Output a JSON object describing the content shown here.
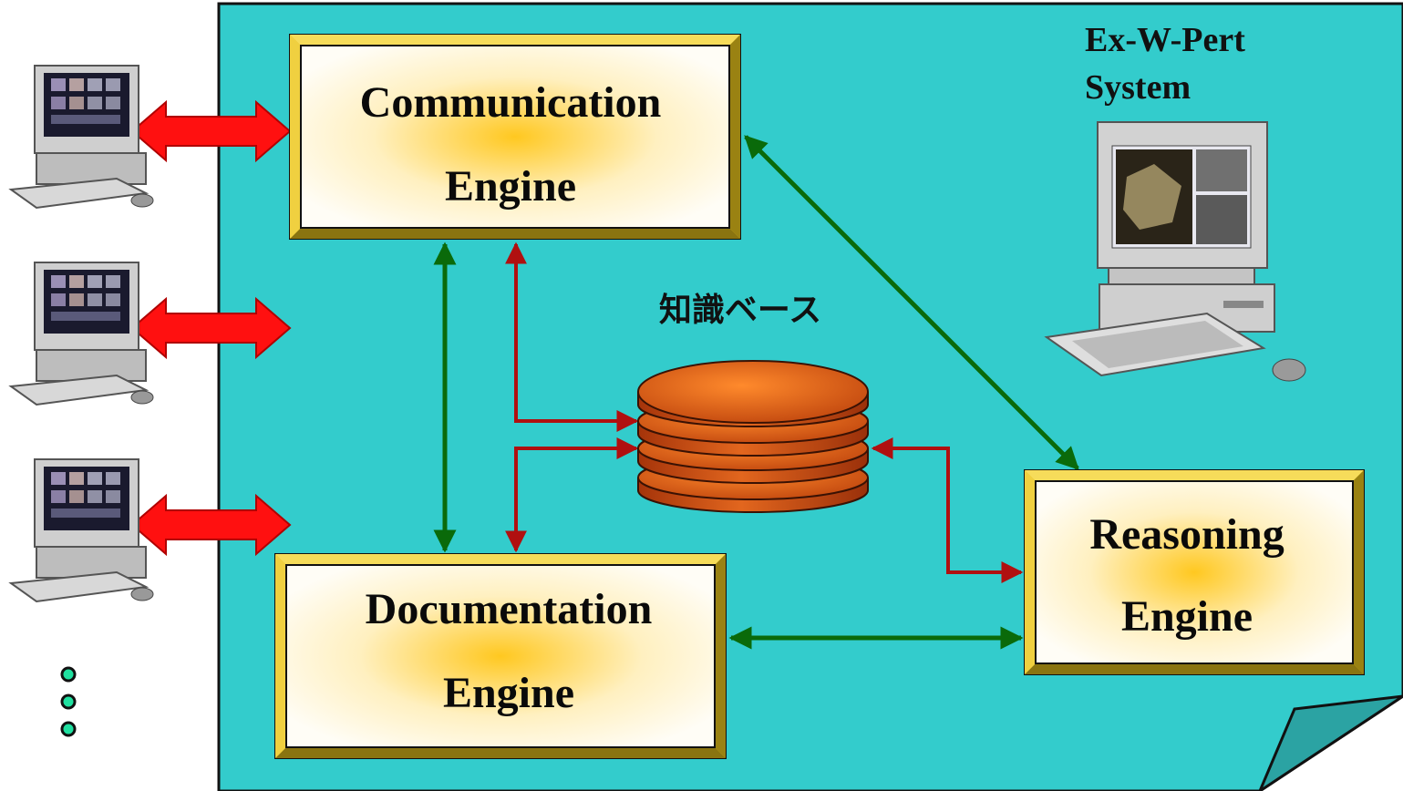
{
  "system_title": {
    "line1": "Ex-W-Pert",
    "line2": "System"
  },
  "knowledge_base": {
    "label": "知識ベース"
  },
  "engines": {
    "communication": {
      "line1": "Communication",
      "line2": "Engine"
    },
    "documentation": {
      "line1": "Documentation",
      "line2": "Engine"
    },
    "reasoning": {
      "line1": "Reasoning",
      "line2": "Engine"
    }
  },
  "colors": {
    "panel": "#33cccc",
    "frame_gold": "#e6c21c",
    "frame_dark": "#7a6a10",
    "green_arrow": "#0a6a0a",
    "red_arrow": "#b01010",
    "client_arrow": "#ff1010",
    "database": "#d2551a"
  },
  "icons": [
    "client-computer-icon",
    "server-computer-icon",
    "database-icon",
    "more-clients-ellipsis-icon"
  ]
}
